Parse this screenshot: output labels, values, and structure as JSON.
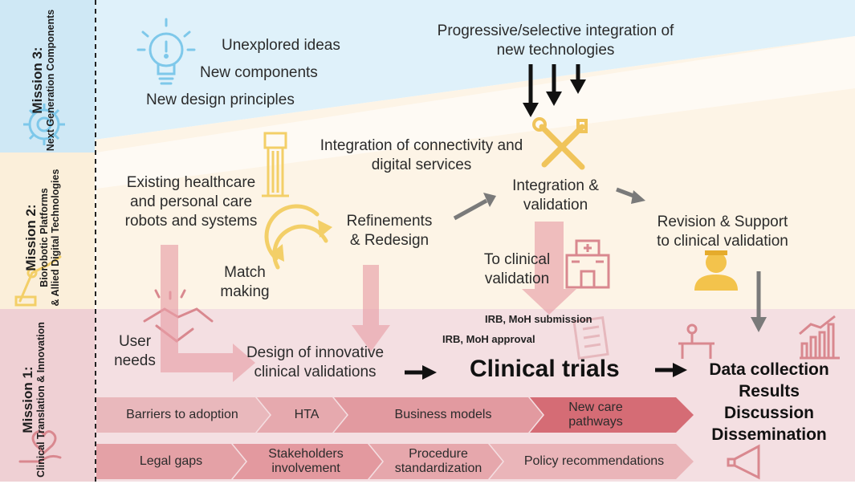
{
  "missions": {
    "m3": {
      "title": "Mission 3:",
      "subtitle": "Next Generation Components"
    },
    "m2": {
      "title": "Mission 2:",
      "subtitle_line1": "Biorobotic Platforms",
      "subtitle_line2": "& Allied Digital Technologies"
    },
    "m1": {
      "title": "Mission 1:",
      "subtitle": "Clinical Translation & Innovation"
    }
  },
  "mission3": {
    "ideas": [
      "Unexplored ideas",
      "New components",
      "New design principles"
    ],
    "integration_line1": "Progressive/selective integration of",
    "integration_line2": "new technologies"
  },
  "mission2": {
    "connectivity_line1": "Integration of connectivity and",
    "connectivity_line2": "digital services",
    "existing_line1": "Existing healthcare",
    "existing_line2": "and personal care",
    "existing_line3": "robots and systems",
    "refinements_line1": "Refinements",
    "refinements_line2": "& Redesign",
    "integration_line1": "Integration &",
    "integration_line2": "validation",
    "revision_line1": "Revision & Support",
    "revision_line2": "to clinical validation",
    "match_line1": "Match",
    "match_line2": "making",
    "to_clinical_line1": "To clinical",
    "to_clinical_line2": "validation"
  },
  "mission1": {
    "irb_submission": "IRB, MoH submission",
    "irb_approval": "IRB, MoH approval",
    "user_needs_line1": "User",
    "user_needs_line2": "needs",
    "design_line1": "Design of innovative",
    "design_line2": "clinical validations",
    "clinical_trials": "Clinical trials",
    "outputs": [
      "Data collection",
      "Results",
      "Discussion",
      "Dissemination"
    ],
    "row1": [
      "Barriers to adoption",
      "HTA",
      "Business models",
      "New care pathways"
    ],
    "row2": [
      "Legal gaps",
      "Stakeholders involvement",
      "Procedure standardization",
      "Policy recommendations"
    ]
  },
  "colors": {
    "mission3_bg": "#dff1fa",
    "mission2_bg": "#fdf6ea",
    "mission1_bg": "#f4dfe2",
    "chevron_light": "#e9b0b5",
    "chevron_mid": "#e3949b",
    "chevron_dark": "#d46b74",
    "icon_blue": "#7ec8ea",
    "icon_yellow": "#f3cf68",
    "icon_red": "#d9888f"
  }
}
